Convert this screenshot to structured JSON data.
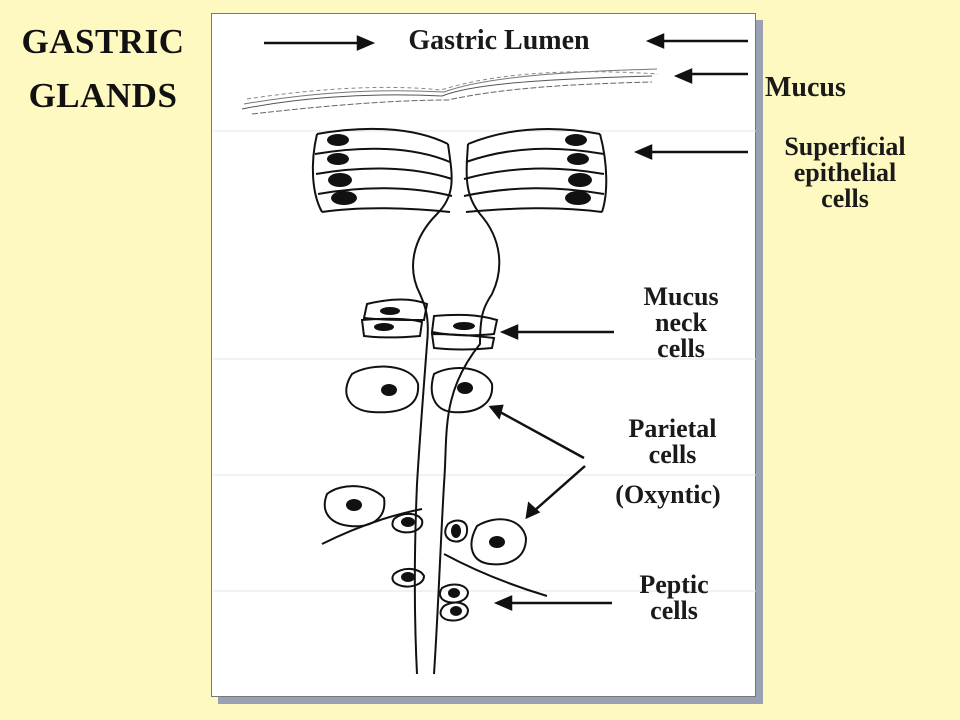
{
  "title": {
    "line1": "GASTRIC",
    "line2": "GLANDS"
  },
  "labels": {
    "gastric_lumen": "Gastric Lumen",
    "mucus": "Mucus",
    "superficial_epithelial": [
      "Superficial",
      "epithelial",
      "cells"
    ],
    "mucus_neck": [
      "Mucus",
      "neck",
      "cells"
    ],
    "parietal": [
      "Parietal",
      "cells"
    ],
    "oxyntic": "(Oxyntic)",
    "peptic": [
      "Peptic",
      "cells"
    ]
  },
  "colors": {
    "background": "#fdf9c0",
    "panel": "#ffffff",
    "shadow": "#9aa1b3",
    "ink": "#111111"
  }
}
